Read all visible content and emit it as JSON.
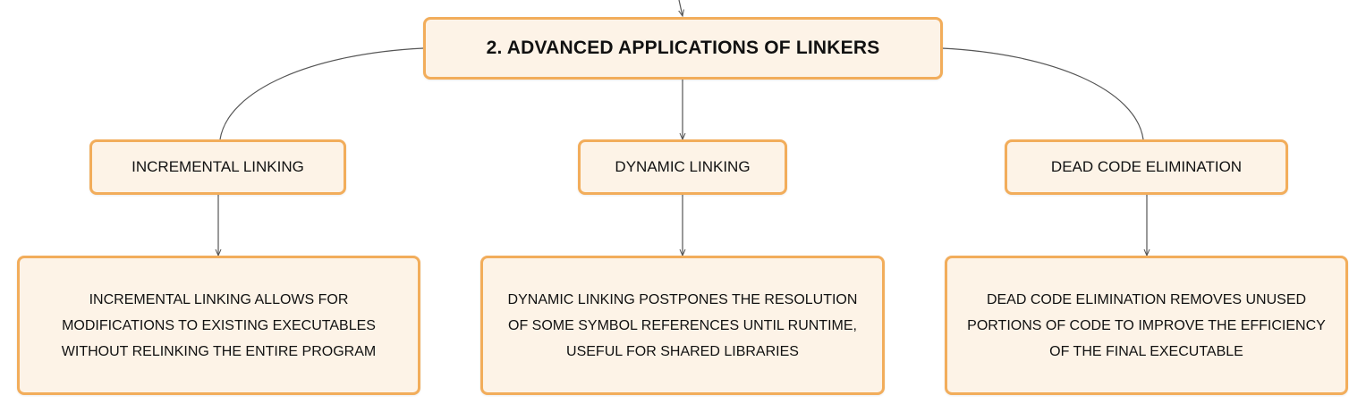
{
  "root": {
    "label": "2. ADVANCED APPLICATIONS OF LINKERS"
  },
  "branches": [
    {
      "label": "INCREMENTAL LINKING",
      "detail": [
        "INCREMENTAL LINKING ALLOWS FOR",
        "MODIFICATIONS TO EXISTING EXECUTABLES",
        "WITHOUT RELINKING THE ENTIRE PROGRAM"
      ]
    },
    {
      "label": "DYNAMIC LINKING",
      "detail": [
        "DYNAMIC LINKING POSTPONES THE RESOLUTION",
        "OF SOME SYMBOL REFERENCES UNTIL RUNTIME,",
        "USEFUL FOR SHARED LIBRARIES"
      ]
    },
    {
      "label": "DEAD CODE ELIMINATION",
      "detail": [
        "DEAD CODE ELIMINATION REMOVES UNUSED",
        "PORTIONS OF CODE TO IMPROVE THE EFFICIENCY",
        "OF THE FINAL EXECUTABLE"
      ]
    }
  ],
  "colors": {
    "node_fill": "#fdf3e7",
    "node_border": "#f2ad5b",
    "connector": "#555555",
    "text": "#111111"
  }
}
